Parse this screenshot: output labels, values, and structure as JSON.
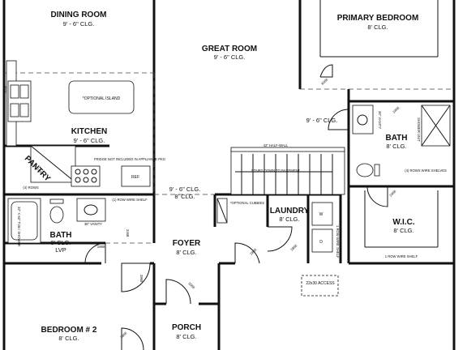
{
  "rooms": {
    "dining": {
      "name": "DINING ROOM",
      "ceiling": "9' - 6\" CLG."
    },
    "great": {
      "name": "GREAT ROOM",
      "ceiling": "9' - 6\" CLG."
    },
    "primary_bedroom": {
      "name": "PRIMARY BEDROOM",
      "ceiling": "8' CLG."
    },
    "kitchen": {
      "name": "KITCHEN",
      "ceiling": "9' - 6\" CLG."
    },
    "pantry": {
      "name": "PANTRY",
      "ceiling": "9' - 6\" CLG."
    },
    "bath_primary": {
      "name": "BATH",
      "ceiling": "8' CLG."
    },
    "bath_hall": {
      "name": "BATH",
      "ceiling": "8' CLG.",
      "floor": "LVP"
    },
    "laundry": {
      "name": "LAUNDRY",
      "ceiling": "8' CLG."
    },
    "wic": {
      "name": "W.I.C.",
      "ceiling": "8' CLG."
    },
    "foyer": {
      "name": "FOYER",
      "ceiling": "8' CLG."
    },
    "porch": {
      "name": "PORCH",
      "ceiling": "8' CLG."
    },
    "bedroom2": {
      "name": "BEDROOM # 2",
      "ceiling": "8' CLG."
    }
  },
  "notes": {
    "optional_island": "*OPTIONAL ISLAND",
    "half_wall": "42\" HALF-WALL",
    "stairs": "STAIRS DOWN TO BASEMENT",
    "fridge": "FRIDGE NOT INCLUDED IN APPLIANCE PKG",
    "ref": "REF",
    "four_rows": "(4) ROWS",
    "one_row_shelf": "(1) ROW WIRE SHELF",
    "vanity_36": "36\" VANITY",
    "vanity_36b": "36\" VANITY",
    "tub_shower": "32\" X 60\" TUB / SHOWER",
    "optional_cubbies": "*OPTIONAL CUBBIES",
    "wire_shelf_laundry": "1 ROW WIRE SHELF",
    "wic_shelf": "1 ROW WIRE SHELF",
    "wic_rows": "(4) ROWS WIRE SHELVES",
    "shower_unit": "SHOWER UNIT",
    "access": "22x30 ACCESS",
    "clg_mid": "9' - 6\" CLG.",
    "clg_mid2": "8' CLG.",
    "clg_bath_upper": "9' - 6\" CLG.",
    "dim_counter": "2030",
    "door_2868_a": "2868",
    "door_2868_b": "2868",
    "door_2468_a": "2468",
    "door_2468_b": "2468",
    "door_2468_c": "2468",
    "door_2868_c": "2868",
    "door_3068": "3068",
    "door_2868_d": "2868",
    "door_2868_e": "2868",
    "door_8068": "8068",
    "washer": "W",
    "dryer": "D"
  }
}
